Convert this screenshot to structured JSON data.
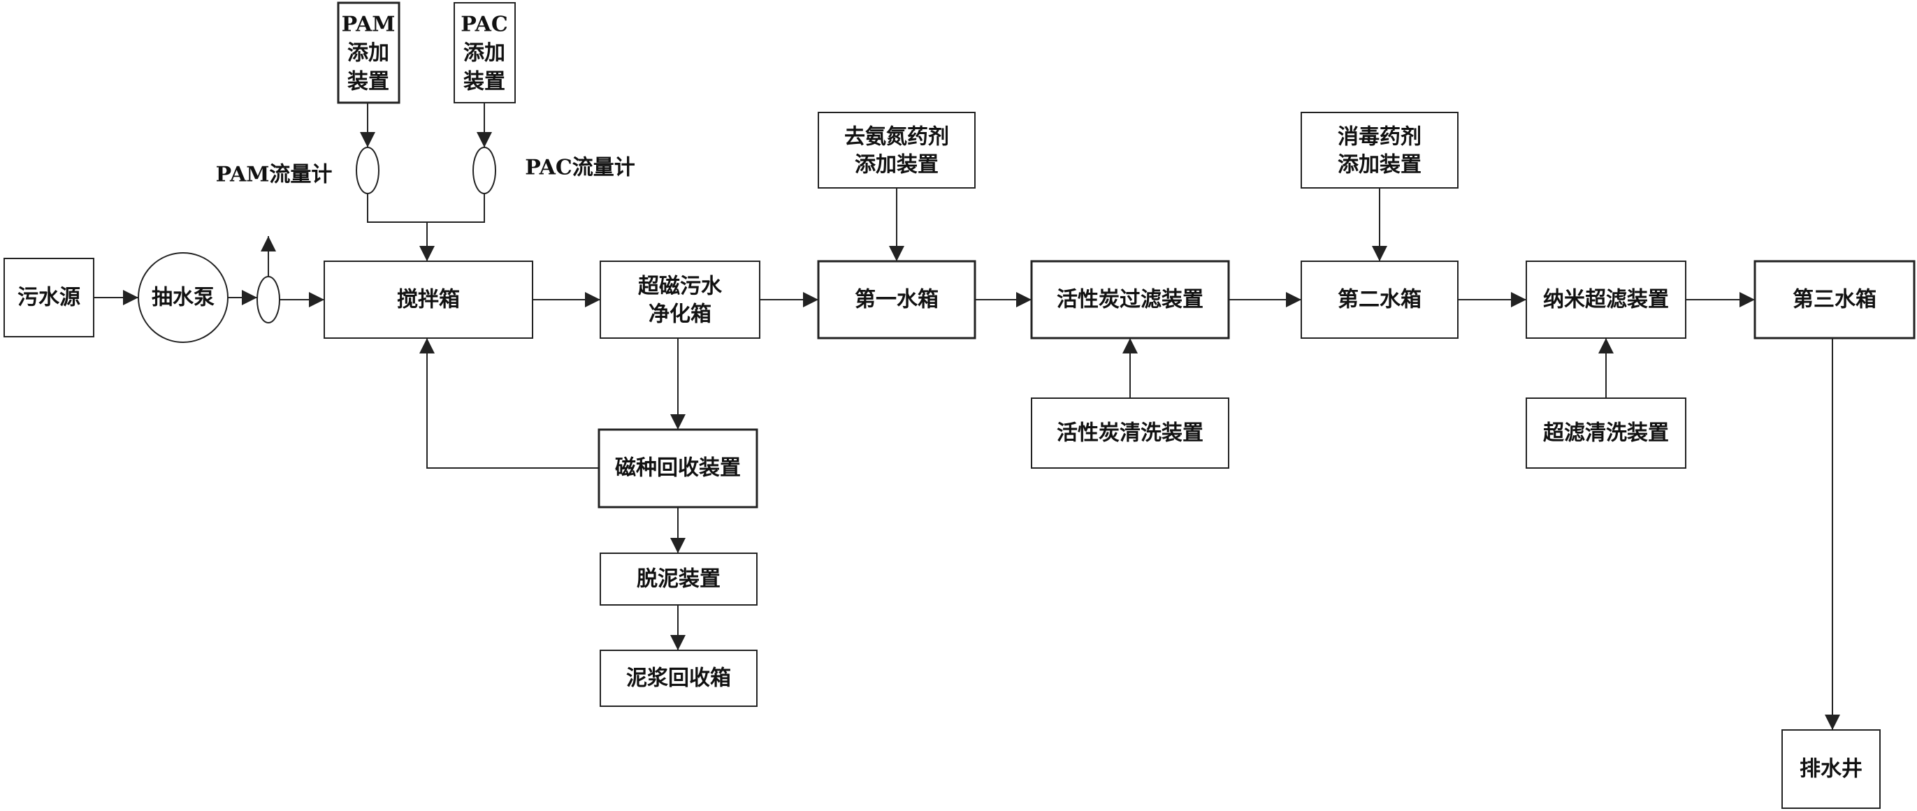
{
  "nodes": {
    "sewage_source": "污水源",
    "pump": "抽水泵",
    "pam_device": [
      "PAM",
      "添加",
      "装置"
    ],
    "pac_device": [
      "PAC",
      "添加",
      "装置"
    ],
    "pam_flowmeter": "PAM流量计",
    "pac_flowmeter": "PAC流量计",
    "mixing_tank": "搅拌箱",
    "magnetic_purifier": [
      "超磁污水",
      "净化箱"
    ],
    "magnetic_seed_recovery": "磁种回收装置",
    "dewatering": "脱泥装置",
    "sludge_box": "泥浆回收箱",
    "ammonia_dosing": [
      "去氨氮药剂",
      "添加装置"
    ],
    "tank1": "第一水箱",
    "carbon_filter": "活性炭过滤装置",
    "carbon_cleaning": "活性炭清洗装置",
    "disinfect_dosing": [
      "消毒药剂",
      "添加装置"
    ],
    "tank2": "第二水箱",
    "nano_uf": "纳米超滤装置",
    "uf_cleaning": "超滤清洗装置",
    "tank3": "第三水箱",
    "drain_well": "排水井"
  },
  "colors": {
    "stroke": "#222222",
    "text": "#111111",
    "background": "#ffffff"
  }
}
